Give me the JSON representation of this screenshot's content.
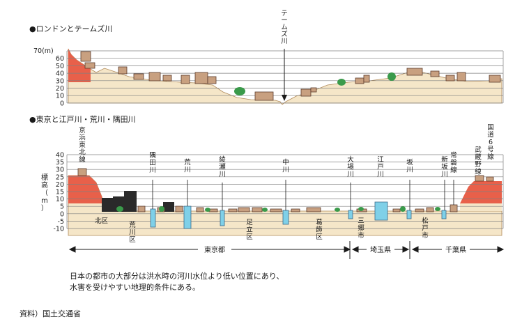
{
  "colors": {
    "ground_fill": "#f5e6c8",
    "hill_fill": "#e8604a",
    "river_fill": "#7fd0e8",
    "building_fill": "#c8a080",
    "building_dark": "#2a2a2a",
    "tree_fill": "#3a9a4a",
    "grid_line": "#808080",
    "text": "#1a1a1a"
  },
  "london": {
    "section_title": "●ロンドンとテームズ川",
    "y_top_label": "70(m)",
    "y_ticks": [
      "60",
      "50",
      "40",
      "30",
      "20",
      "10",
      "0"
    ],
    "thames_label": [
      "テ",
      "ー",
      "ム",
      "ズ",
      "川"
    ]
  },
  "tokyo": {
    "section_title": "●東京と江戸川・荒川・隅田川",
    "y_ticks": [
      "40",
      "35",
      "30",
      "25",
      "20",
      "15",
      "10",
      "5",
      "0",
      "-5",
      "-10"
    ],
    "y_axis_label": [
      "標",
      "高",
      "（",
      "m",
      "）"
    ],
    "upper_labels": [
      {
        "id": "keihin-tohoku",
        "chars": [
          "京",
          "浜",
          "東",
          "北",
          "線"
        ]
      },
      {
        "id": "sumida",
        "chars": [
          "隅",
          "田",
          "川"
        ]
      },
      {
        "id": "arakawa",
        "chars": [
          "荒",
          "川"
        ]
      },
      {
        "id": "ayase",
        "chars": [
          "綾",
          "瀬",
          "川"
        ]
      },
      {
        "id": "nakagawa",
        "chars": [
          "中",
          "川"
        ]
      },
      {
        "id": "oba",
        "chars": [
          "大",
          "場",
          "川"
        ]
      },
      {
        "id": "edogawa",
        "chars": [
          "江",
          "戸",
          "川"
        ]
      },
      {
        "id": "sakagawa",
        "chars": [
          "坂",
          "川"
        ]
      },
      {
        "id": "shin-sakagawa",
        "chars": [
          "新",
          "坂",
          "川"
        ]
      },
      {
        "id": "joban",
        "chars": [
          "常",
          "磐",
          "線"
        ]
      },
      {
        "id": "musashino",
        "chars": [
          "武",
          "蔵",
          "野",
          "線"
        ]
      },
      {
        "id": "route6",
        "chars": [
          "国",
          "道",
          "6",
          "号",
          "線"
        ]
      }
    ],
    "ward_labels": [
      {
        "id": "kita",
        "chars": [
          "北",
          "区"
        ],
        "dir": "h"
      },
      {
        "id": "arakawa-ku",
        "chars": [
          "荒",
          "川",
          "区"
        ],
        "dir": "v"
      },
      {
        "id": "adachi",
        "chars": [
          "足",
          "立",
          "区"
        ],
        "dir": "v"
      },
      {
        "id": "katsushika",
        "chars": [
          "葛",
          "飾",
          "区"
        ],
        "dir": "v"
      },
      {
        "id": "misato",
        "chars": [
          "三",
          "郷",
          "市"
        ],
        "dir": "v"
      },
      {
        "id": "matsudo",
        "chars": [
          "松",
          "戸",
          "市"
        ],
        "dir": "v"
      }
    ],
    "prefectures": [
      "東京都",
      "埼玉県",
      "千葉県"
    ]
  },
  "caption": {
    "line1": "日本の都市の大部分は洪水時の河川水位より低い位置にあり、",
    "line2": "水害を受けやすい地理的条件にある。"
  },
  "source": "資料）国土交通省"
}
